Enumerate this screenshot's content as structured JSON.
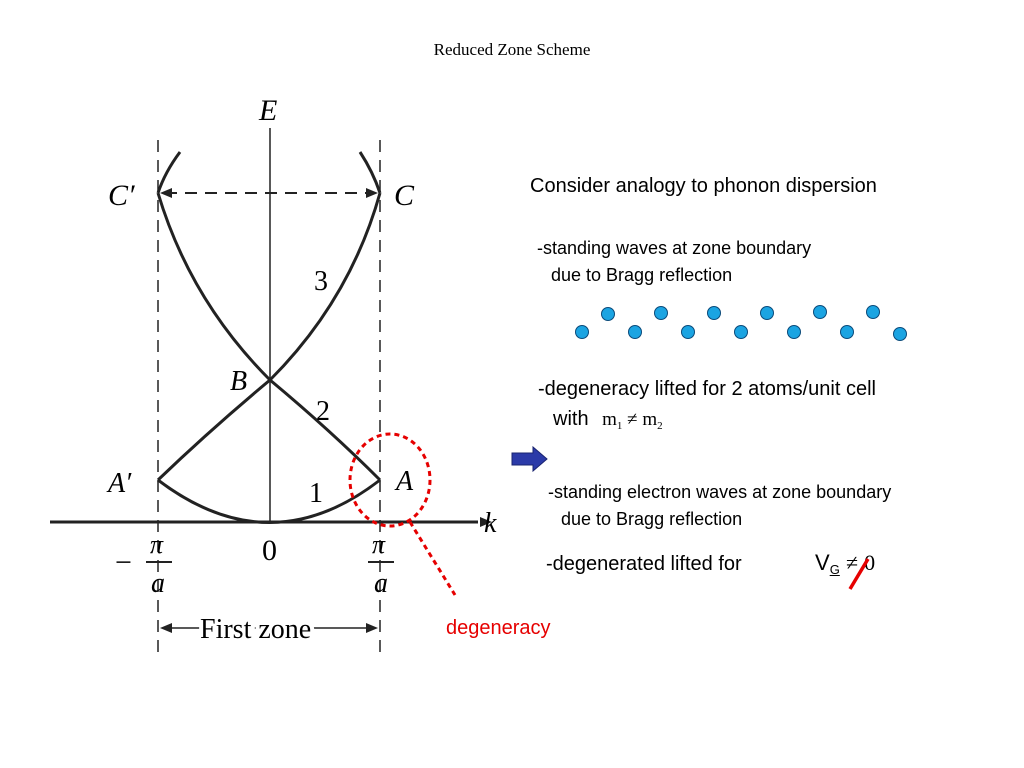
{
  "slide": {
    "title": "Reduced Zone Scheme"
  },
  "diagram": {
    "axis_e": "E",
    "axis_k": "k",
    "label_c_prime": "C′",
    "label_c": "C",
    "label_b": "B",
    "label_a_prime": "A′",
    "label_a": "A",
    "band_1": "1",
    "band_2": "2",
    "band_3": "3",
    "origin": "0",
    "minus": "−",
    "pi": "π",
    "a": "a",
    "first_zone": "First zone",
    "degeneracy": "degeneracy",
    "colors": {
      "curve": "#222222",
      "highlight": "#e60000",
      "atom": "#1ba4e2",
      "arrow": "#2b3aa8"
    }
  },
  "text": {
    "heading": "Consider analogy to phonon dispersion",
    "item1_line1": "-standing waves at zone boundary",
    "item1_line2": "due to Bragg reflection",
    "item2_line1": "-degeneracy lifted for 2 atoms/unit cell",
    "item2_with": "with",
    "m": "m",
    "sub1": "1",
    "neq": "≠",
    "sub2": "2",
    "item3_line1": "-standing electron waves at zone boundary",
    "item3_line2": "due to Bragg reflection",
    "item4": "-degenerated lifted for",
    "vg_v": "V",
    "vg_sub": "G",
    "vg_neq": "≠",
    "vg_zero": "0"
  },
  "icons": {
    "arrow": "right-arrow-icon",
    "atoms": "atom-chain-icon"
  }
}
